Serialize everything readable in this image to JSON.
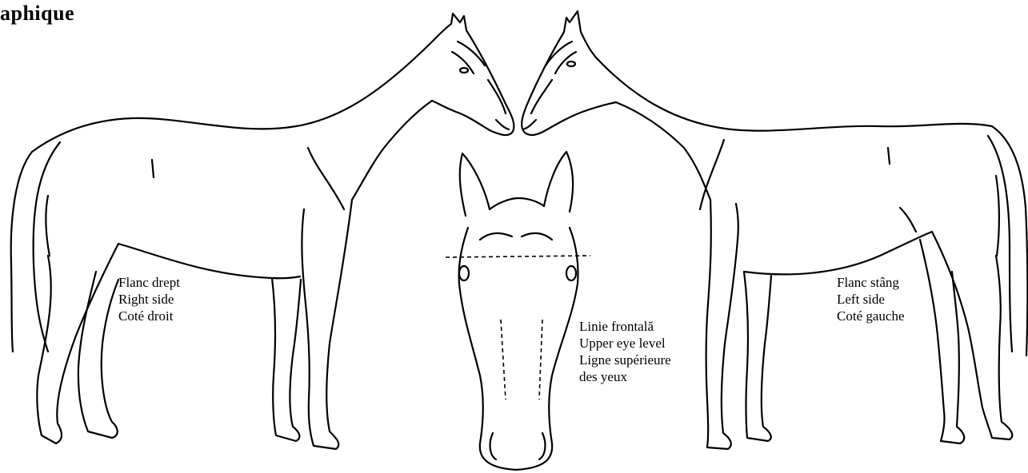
{
  "heading": "aphique",
  "labels": {
    "right_side": [
      "Flanc drept",
      "Right side",
      "Coté droit"
    ],
    "front": [
      "Linie frontală",
      "Upper eye level",
      "Ligne supérieure",
      "des yeux"
    ],
    "left_side": [
      "Flanc stâng",
      "Left side",
      "Coté gauche"
    ]
  }
}
